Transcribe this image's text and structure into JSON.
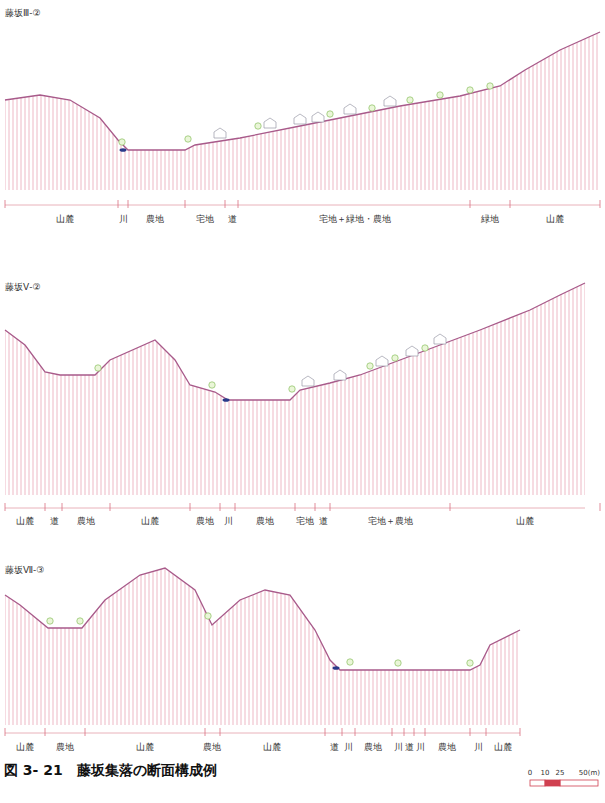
{
  "diagram": {
    "caption": "図 3- 21　藤坂集落の断面構成例",
    "labels": [
      "藤坂Ⅲ-②",
      "山麓",
      "川",
      "農地",
      "宅地",
      "道",
      "宅地＋緑地・農地",
      "緑地",
      "山麓",
      "藤坂Ⅴ-②",
      "山麓",
      "道",
      "農地",
      "山麓",
      "農地",
      "川",
      "農地",
      "宅地",
      "道",
      "宅地＋農地",
      "山麓",
      "藤坂Ⅶ-③",
      "山麓",
      "農地",
      "山麓",
      "農地",
      "山麓",
      "道",
      "川",
      "農地",
      "川",
      "道",
      "川",
      "農地",
      "川",
      "山麓",
      "0",
      "10",
      "25",
      "50(m)"
    ]
  }
}
